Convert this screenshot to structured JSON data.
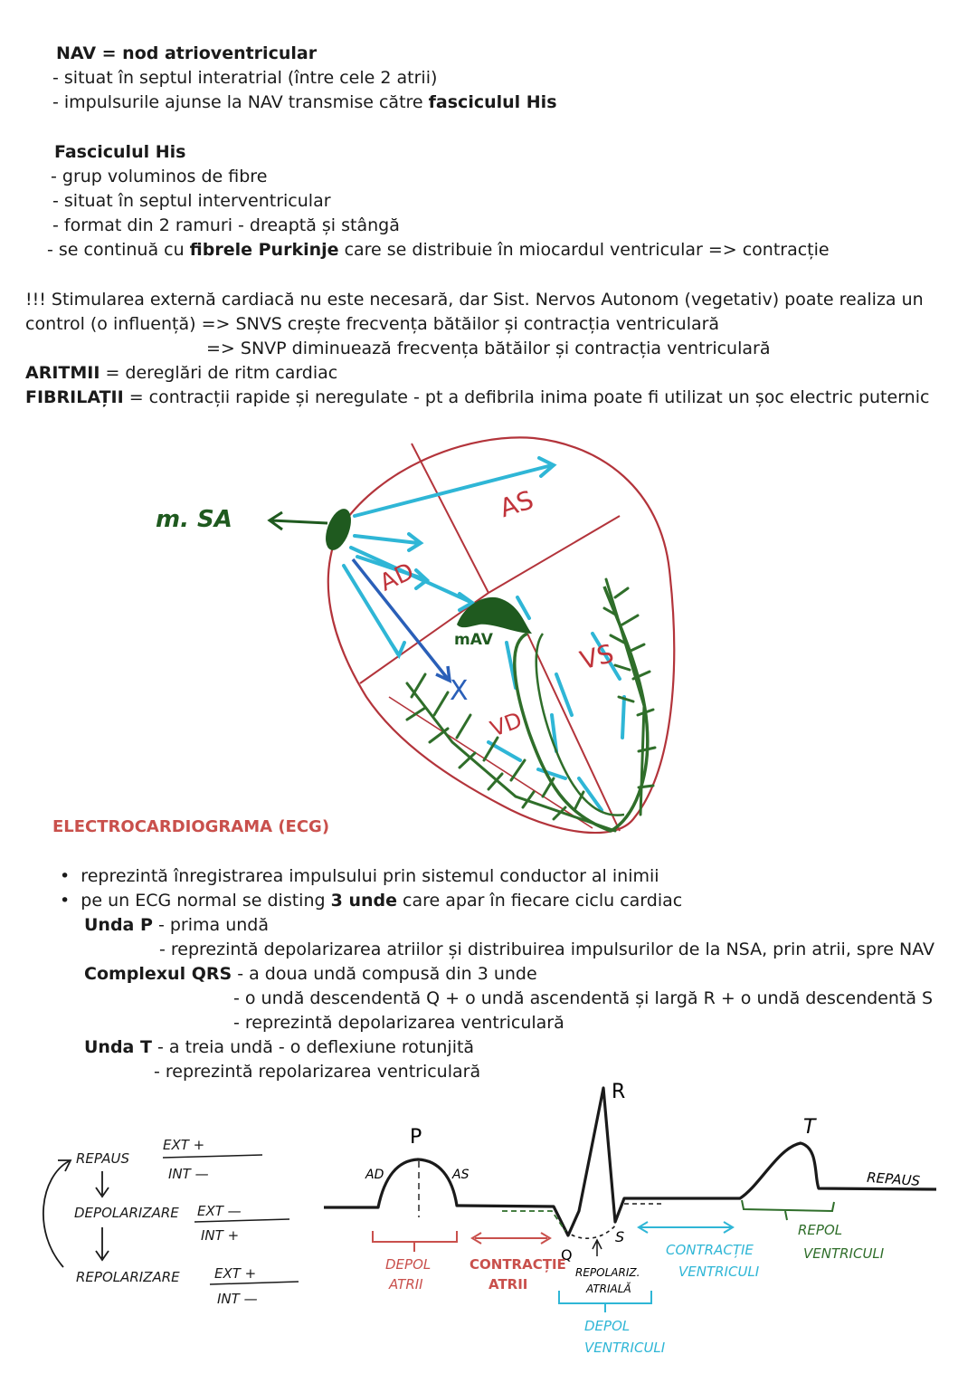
{
  "nav": {
    "term": "NAV = nod atrioventricular",
    "l1": "- situat în septul interatrial (între cele 2 atrii)",
    "l2a": "- impulsurile ajunse la NAV transmise către ",
    "l2b": "fasciculul His"
  },
  "his": {
    "title": "Fasciculul His",
    "l1": "- grup voluminos de fibre",
    "l2": "- situat în septul interventricular",
    "l3": "- format din 2 ramuri - dreaptă și stângă",
    "l4a": "- se continuă cu ",
    "l4b": "fibrele Purkinje",
    "l4c": " care se distribuie în miocardul ventricular => contracție"
  },
  "note": {
    "l1": "!!! Stimularea externă cardiacă nu este necesară, dar Sist. Nervos Autonom (vegetativ) poate realiza un",
    "l2": "control (o influență) => SNVS crește frecvența bătăilor și contracția ventriculară",
    "l3": "=> SNVP diminuează frecvența bătăilor și contracția ventriculară",
    "aritmii_term": "ARITMII",
    "aritmii_def": " = dereglări de ritm cardiac",
    "fibrilatii_term": "FIBRILAȚII",
    "fibrilatii_def": " = contracții rapide și neregulate - pt a defibrila inima poate fi utilizat un șoc electric puternic"
  },
  "heart": {
    "sa_label": "m. SA",
    "as_label": "AS",
    "ad_label": "AD",
    "mav_label": "mAV",
    "vs_label": "VS",
    "vd_label": "VD",
    "x_mark": "X",
    "colors": {
      "outline": "#b3343b",
      "arrow_light": "#2fb6d6",
      "arrow_dark": "#2a5fb8",
      "fibers": "#2f6e2a",
      "node": "#1f5a1f"
    }
  },
  "ecg": {
    "title": "ELECTROCARDIOGRAMA (ECG)",
    "bullet1": "reprezintă înregistrarea impulsului prin sistemul conductor al inimii",
    "bullet2a": "pe un ECG normal se disting ",
    "bullet2b": "3 unde",
    "bullet2c": " care apar în fiecare ciclu cardiac",
    "p_title": "Unda P",
    "p_l1": " - prima undă",
    "p_l2": "- reprezintă depolarizarea atriilor și distribuirea impulsurilor de la NSA, prin atrii, spre NAV",
    "qrs_title": "Complexul QRS",
    "qrs_l1": " - a doua undă compusă din 3 unde",
    "qrs_l2": "- o undă descendentă Q + o undă ascendentă și largă R + o undă descendentă S",
    "qrs_l3": "- reprezintă depolarizarea ventriculară",
    "t_title": "Unda T",
    "t_l1": " - a treia undă - o deflexiune rotunjită",
    "t_l2": "- reprezintă repolarizarea ventriculară"
  },
  "cycle": {
    "repaus": "REPAUS",
    "repaus_ext": "EXT +",
    "repaus_int": "INT —",
    "depol": "DEPOLARIZARE",
    "depol_ext": "EXT —",
    "depol_int": "INT +",
    "repol": "REPOLARIZARE",
    "repol_ext": "EXT +",
    "repol_int": "INT —"
  },
  "wave": {
    "p": "P",
    "r": "R",
    "t": "T",
    "q": "Q",
    "s": "S",
    "ad": "AD",
    "as": "AS",
    "repaus": "REPAUS",
    "depol_atrii_1": "DEPOL",
    "depol_atrii_2": "ATRII",
    "contractie_atrii_1": "CONTRACȚIE",
    "contractie_atrii_2": "ATRII",
    "repol_atriala_1": "REPOLARIZ.",
    "repol_atriala_2": "ATRIALĂ",
    "contractie_vent_1": "CONTRACȚIE",
    "contractie_vent_2": "VENTRICULI",
    "repol_vent_1": "REPOL",
    "repol_vent_2": "VENTRICULI",
    "depol_vent_1": "DEPOL",
    "depol_vent_2": "VENTRICULI"
  }
}
